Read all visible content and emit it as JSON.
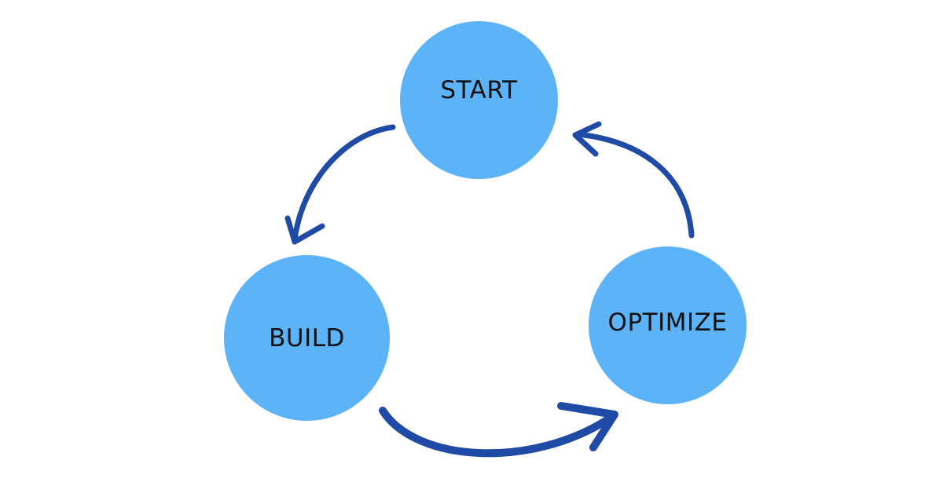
{
  "diagram": {
    "nodes": [
      {
        "id": "start",
        "label": "START"
      },
      {
        "id": "build",
        "label": "BUILD"
      },
      {
        "id": "optimize",
        "label": "OPTIMIZE"
      }
    ],
    "edges": [
      {
        "from": "start",
        "to": "build"
      },
      {
        "from": "build",
        "to": "optimize"
      },
      {
        "from": "optimize",
        "to": "start"
      }
    ]
  },
  "colors": {
    "node_fill": "#5db3f8",
    "arrow": "#1f4aa6",
    "background": "#ffffff",
    "label": "#111111"
  }
}
